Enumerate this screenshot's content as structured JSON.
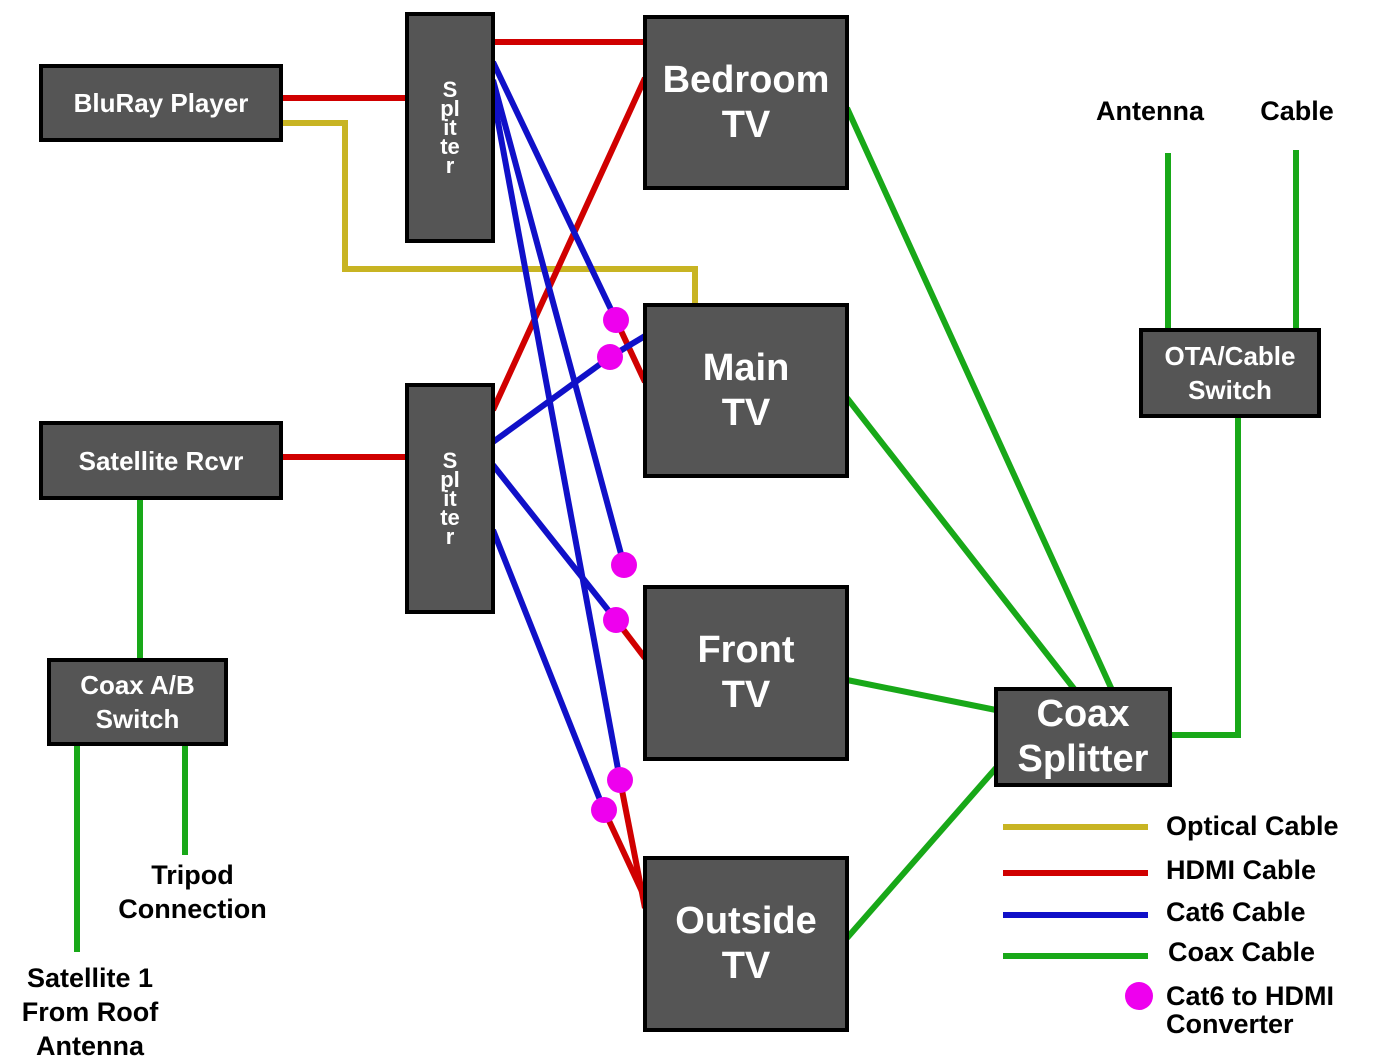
{
  "nodes": {
    "bluray": "BluRay Player",
    "satellite_rcvr": "Satellite Rcvr",
    "coax_ab_switch": "Coax A/B\nSwitch",
    "splitter_top": "Splitter",
    "splitter_bottom": "Splitter",
    "bedroom_tv": "Bedroom\nTV",
    "main_tv": "Main\nTV",
    "front_tv": "Front\nTV",
    "outside_tv": "Outside\nTV",
    "coax_splitter": "Coax\nSplitter",
    "ota_cable_switch": "OTA/Cable\nSwitch"
  },
  "labels": {
    "antenna": "Antenna",
    "cable": "Cable",
    "tripod": "Tripod\nConnection",
    "satellite_roof": "Satellite 1\nFrom Roof\nAntenna"
  },
  "legend": [
    {
      "label": "Optical Cable",
      "color": "#c8b423",
      "kind": "line"
    },
    {
      "label": "HDMI Cable",
      "color": "#d00000",
      "kind": "line"
    },
    {
      "label": "Cat6 Cable",
      "color": "#1010c8",
      "kind": "line"
    },
    {
      "label": "Coax Cable",
      "color": "#18a818",
      "kind": "line"
    },
    {
      "label": "Cat6 to HDMI\nConverter",
      "color": "#ee00ee",
      "kind": "dot"
    }
  ],
  "colors": {
    "optical": "#c8b423",
    "hdmi": "#d00000",
    "cat6": "#1010c8",
    "coax": "#18a818",
    "converter": "#ee00ee",
    "box_fill": "#555555"
  }
}
